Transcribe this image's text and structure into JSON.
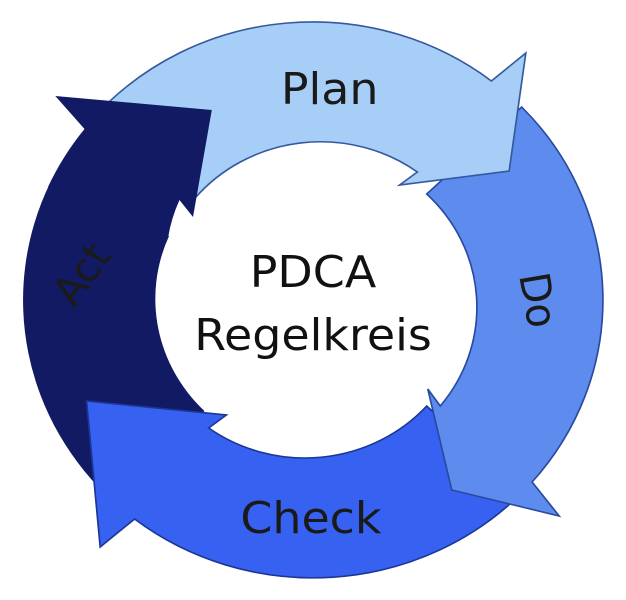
{
  "diagram": {
    "title": "PDCA Regelkreis",
    "type": "cycle",
    "direction": "clockwise",
    "center": {
      "line1": "PDCA",
      "line2": "Regelkreis",
      "text_color": "#111111"
    },
    "steps": [
      {
        "label": "Plan",
        "position": "top",
        "color": "#a6cef7",
        "text_color": "#1a1a1a"
      },
      {
        "label": "Do",
        "position": "right",
        "color": "#5e8cee",
        "text_color": "#1a1a1a"
      },
      {
        "label": "Check",
        "position": "bottom",
        "color": "#3761f0",
        "text_color": "#111111"
      },
      {
        "label": "Act",
        "position": "left",
        "color": "#121a63",
        "text_color": "#ffffff"
      }
    ],
    "background": "#ffffff"
  }
}
